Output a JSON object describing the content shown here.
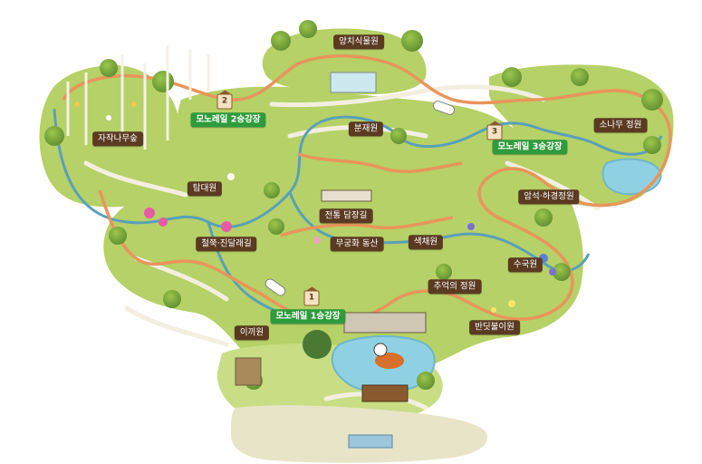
{
  "map": {
    "colors": {
      "land": "#b5d167",
      "land_light": "#c8dd84",
      "water": "#8fd1e3",
      "rail": "#e8955a",
      "path_blue": "#5aa0b8",
      "walkway": "#f3efe0",
      "label_bg": "#5b3a22",
      "station_bg": "#2e9b3c"
    },
    "labels": [
      {
        "id": "yangchi",
        "text": "양치식물원"
      },
      {
        "id": "jajak",
        "text": "자작나무숲"
      },
      {
        "id": "tapdae",
        "text": "탐대원"
      },
      {
        "id": "bunjae",
        "text": "분재원"
      },
      {
        "id": "sonamu",
        "text": "소나무 정원"
      },
      {
        "id": "amseok",
        "text": "암석·하경정원"
      },
      {
        "id": "jeontong",
        "text": "전통 담장길"
      },
      {
        "id": "mugunghwa",
        "text": "무궁화 동산"
      },
      {
        "id": "saekjae",
        "text": "색채원"
      },
      {
        "id": "cheolljuk",
        "text": "철쭉·진달래길"
      },
      {
        "id": "sugukwon",
        "text": "수국원"
      },
      {
        "id": "chueok",
        "text": "추억의 정원"
      },
      {
        "id": "bandi",
        "text": "반딧불이원"
      },
      {
        "id": "ikki",
        "text": "이끼원"
      }
    ],
    "stations": [
      {
        "id": "st2",
        "text": "모노레일 2승강장",
        "number": "2"
      },
      {
        "id": "st3",
        "text": "모노레일 3승강장",
        "number": "3"
      },
      {
        "id": "st1",
        "text": "모노레일 1승강장",
        "number": "1"
      }
    ]
  }
}
